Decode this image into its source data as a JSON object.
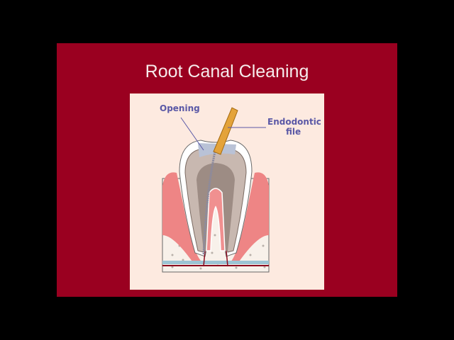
{
  "slide": {
    "title": "Root Canal Cleaning",
    "background_color": "#9a0020",
    "illustration": {
      "labels": {
        "opening": "Opening",
        "endodontic_file_line1": "Endodontic",
        "endodontic_file_line2": "file"
      }
    }
  }
}
